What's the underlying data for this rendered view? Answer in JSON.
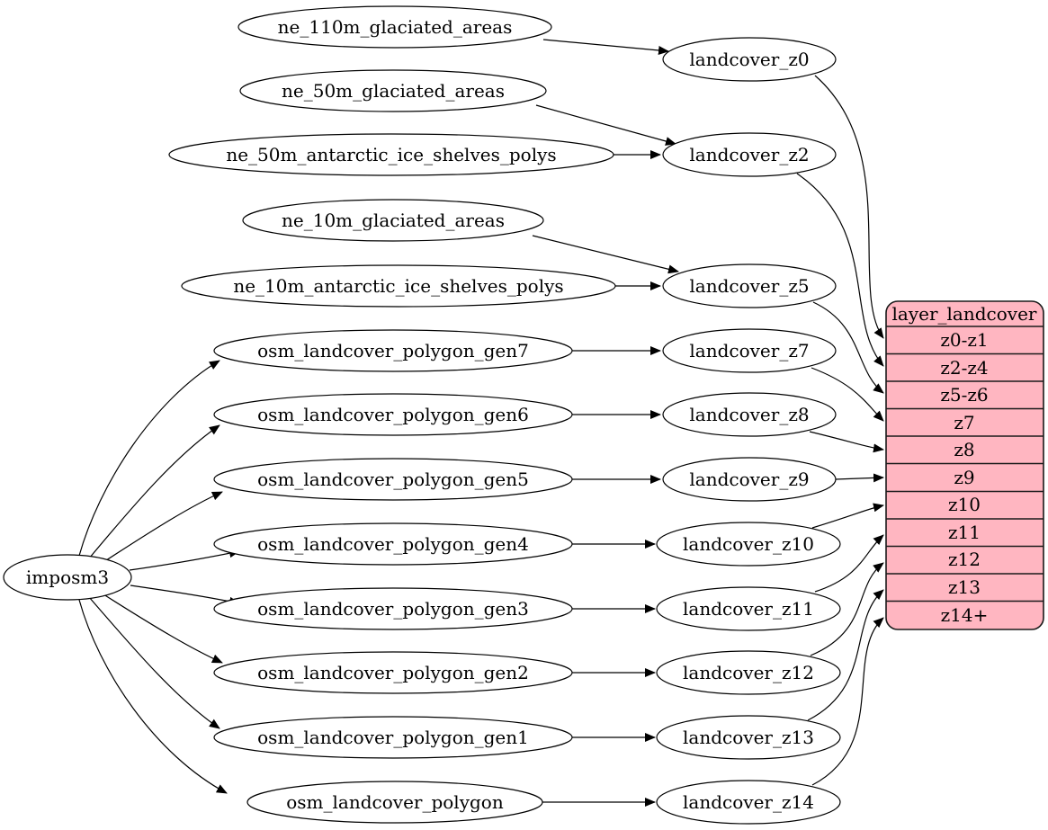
{
  "nodes": {
    "root": {
      "label": "imposm3"
    },
    "sources": [
      {
        "label": "ne_110m_glaciated_areas"
      },
      {
        "label": "ne_50m_glaciated_areas"
      },
      {
        "label": "ne_50m_antarctic_ice_shelves_polys"
      },
      {
        "label": "ne_10m_glaciated_areas"
      },
      {
        "label": "ne_10m_antarctic_ice_shelves_polys"
      },
      {
        "label": "osm_landcover_polygon_gen7"
      },
      {
        "label": "osm_landcover_polygon_gen6"
      },
      {
        "label": "osm_landcover_polygon_gen5"
      },
      {
        "label": "osm_landcover_polygon_gen4"
      },
      {
        "label": "osm_landcover_polygon_gen3"
      },
      {
        "label": "osm_landcover_polygon_gen2"
      },
      {
        "label": "osm_landcover_polygon_gen1"
      },
      {
        "label": "osm_landcover_polygon"
      }
    ],
    "stages": [
      {
        "label": "landcover_z0"
      },
      {
        "label": "landcover_z2"
      },
      {
        "label": "landcover_z5"
      },
      {
        "label": "landcover_z7"
      },
      {
        "label": "landcover_z8"
      },
      {
        "label": "landcover_z9"
      },
      {
        "label": "landcover_z10"
      },
      {
        "label": "landcover_z11"
      },
      {
        "label": "landcover_z12"
      },
      {
        "label": "landcover_z13"
      },
      {
        "label": "landcover_z14"
      }
    ],
    "table": {
      "title": "layer_landcover",
      "rows": [
        {
          "label": "z0-z1"
        },
        {
          "label": "z2-z4"
        },
        {
          "label": "z5-z6"
        },
        {
          "label": "z7"
        },
        {
          "label": "z8"
        },
        {
          "label": "z9"
        },
        {
          "label": "z10"
        },
        {
          "label": "z11"
        },
        {
          "label": "z12"
        },
        {
          "label": "z13"
        },
        {
          "label": "z14+"
        }
      ]
    }
  },
  "edges": [
    {
      "from": "imposm3",
      "to": "osm_landcover_polygon_gen7"
    },
    {
      "from": "imposm3",
      "to": "osm_landcover_polygon_gen6"
    },
    {
      "from": "imposm3",
      "to": "osm_landcover_polygon_gen5"
    },
    {
      "from": "imposm3",
      "to": "osm_landcover_polygon_gen4"
    },
    {
      "from": "imposm3",
      "to": "osm_landcover_polygon_gen3"
    },
    {
      "from": "imposm3",
      "to": "osm_landcover_polygon_gen2"
    },
    {
      "from": "imposm3",
      "to": "osm_landcover_polygon_gen1"
    },
    {
      "from": "imposm3",
      "to": "osm_landcover_polygon"
    },
    {
      "from": "ne_110m_glaciated_areas",
      "to": "landcover_z0"
    },
    {
      "from": "ne_50m_glaciated_areas",
      "to": "landcover_z2"
    },
    {
      "from": "ne_50m_antarctic_ice_shelves_polys",
      "to": "landcover_z2"
    },
    {
      "from": "ne_10m_glaciated_areas",
      "to": "landcover_z5"
    },
    {
      "from": "ne_10m_antarctic_ice_shelves_polys",
      "to": "landcover_z5"
    },
    {
      "from": "osm_landcover_polygon_gen7",
      "to": "landcover_z7"
    },
    {
      "from": "osm_landcover_polygon_gen6",
      "to": "landcover_z8"
    },
    {
      "from": "osm_landcover_polygon_gen5",
      "to": "landcover_z9"
    },
    {
      "from": "osm_landcover_polygon_gen4",
      "to": "landcover_z10"
    },
    {
      "from": "osm_landcover_polygon_gen3",
      "to": "landcover_z11"
    },
    {
      "from": "osm_landcover_polygon_gen2",
      "to": "landcover_z12"
    },
    {
      "from": "osm_landcover_polygon_gen1",
      "to": "landcover_z13"
    },
    {
      "from": "osm_landcover_polygon",
      "to": "landcover_z14"
    },
    {
      "from": "landcover_z0",
      "to": "z0-z1"
    },
    {
      "from": "landcover_z2",
      "to": "z2-z4"
    },
    {
      "from": "landcover_z5",
      "to": "z5-z6"
    },
    {
      "from": "landcover_z7",
      "to": "z7"
    },
    {
      "from": "landcover_z8",
      "to": "z8"
    },
    {
      "from": "landcover_z9",
      "to": "z9"
    },
    {
      "from": "landcover_z10",
      "to": "z10"
    },
    {
      "from": "landcover_z11",
      "to": "z11"
    },
    {
      "from": "landcover_z12",
      "to": "z12"
    },
    {
      "from": "landcover_z13",
      "to": "z13"
    },
    {
      "from": "landcover_z14",
      "to": "z14+"
    }
  ],
  "colors": {
    "background": "#ffffff",
    "node_fill": "#ffffff",
    "table_fill": "#ffb6c1",
    "stroke": "#000000"
  }
}
